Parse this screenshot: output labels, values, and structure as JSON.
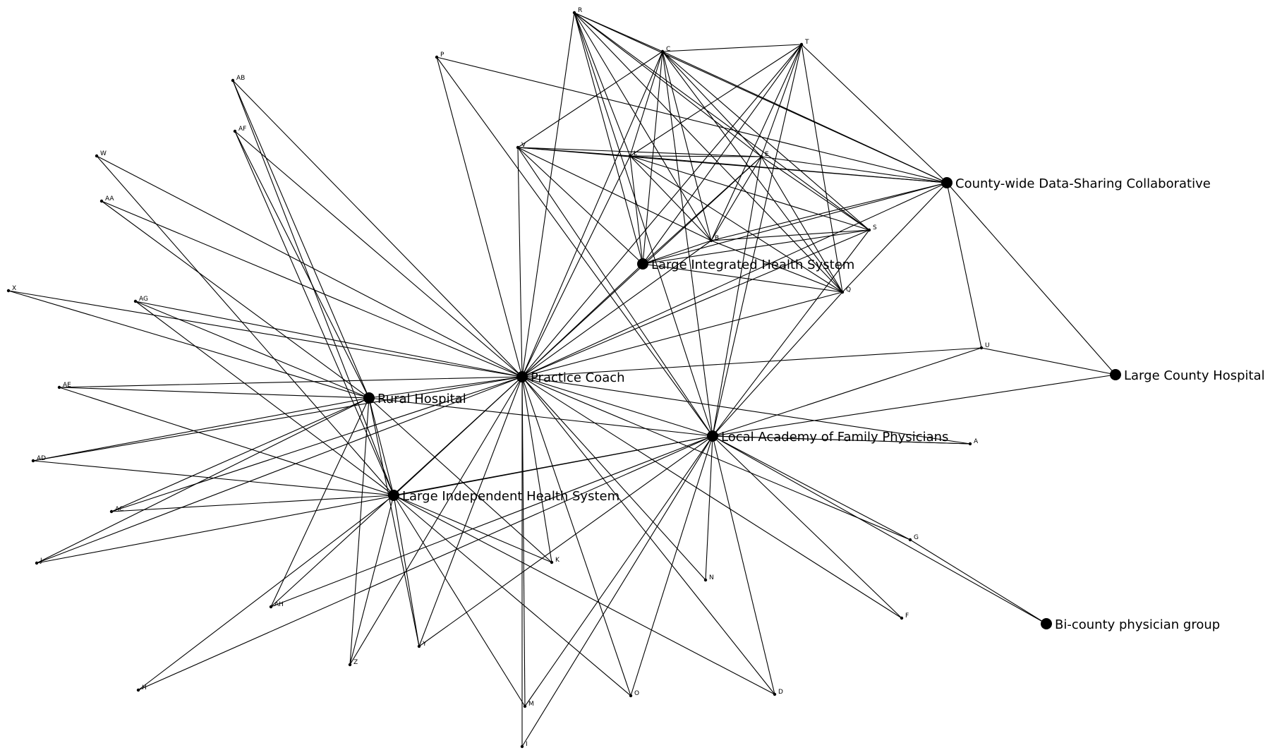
{
  "nodes": [
    {
      "id": "practice_coach",
      "label": "Practice Coach",
      "major": true
    },
    {
      "id": "rural_hospital",
      "label": "Rural Hospital",
      "major": true
    },
    {
      "id": "large_independent",
      "label": "Large Independent Health System",
      "major": true
    },
    {
      "id": "large_integrated",
      "label": "Large Integrated Health System",
      "major": true
    },
    {
      "id": "local_academy",
      "label": "Local Academy of Family Physicians",
      "major": true
    },
    {
      "id": "county_wide",
      "label": "County-wide Data-Sharing Collaborative",
      "major": true
    },
    {
      "id": "large_county",
      "label": "Large County Hospital",
      "major": true
    },
    {
      "id": "bi_county",
      "label": "Bi-county physician group",
      "major": true
    },
    {
      "id": "R",
      "label": "R"
    },
    {
      "id": "C",
      "label": "C"
    },
    {
      "id": "T",
      "label": "T"
    },
    {
      "id": "P",
      "label": "P"
    },
    {
      "id": "AB",
      "label": "AB"
    },
    {
      "id": "AF",
      "label": "AF"
    },
    {
      "id": "W",
      "label": "W"
    },
    {
      "id": "AA",
      "label": "AA"
    },
    {
      "id": "V",
      "label": "V"
    },
    {
      "id": "L",
      "label": "L"
    },
    {
      "id": "E",
      "label": "E"
    },
    {
      "id": "S",
      "label": "S"
    },
    {
      "id": "B",
      "label": "B"
    },
    {
      "id": "Q",
      "label": "Q"
    },
    {
      "id": "X",
      "label": "X"
    },
    {
      "id": "AG",
      "label": "AG"
    },
    {
      "id": "U",
      "label": "U"
    },
    {
      "id": "AE",
      "label": "AE"
    },
    {
      "id": "A",
      "label": "A"
    },
    {
      "id": "AD",
      "label": "AD"
    },
    {
      "id": "AC",
      "label": "AC"
    },
    {
      "id": "J",
      "label": "J"
    },
    {
      "id": "K",
      "label": "K"
    },
    {
      "id": "G",
      "label": "G"
    },
    {
      "id": "N",
      "label": "N"
    },
    {
      "id": "AH",
      "label": "AH"
    },
    {
      "id": "F",
      "label": "F"
    },
    {
      "id": "Y",
      "label": "Y"
    },
    {
      "id": "Z",
      "label": "Z"
    },
    {
      "id": "H",
      "label": "H"
    },
    {
      "id": "M",
      "label": "M"
    },
    {
      "id": "O",
      "label": "O"
    },
    {
      "id": "D",
      "label": "D"
    },
    {
      "id": "I",
      "label": "I"
    }
  ],
  "edges": [
    [
      "practice_coach",
      "R"
    ],
    [
      "practice_coach",
      "C"
    ],
    [
      "practice_coach",
      "T"
    ],
    [
      "practice_coach",
      "P"
    ],
    [
      "practice_coach",
      "AB"
    ],
    [
      "practice_coach",
      "AF"
    ],
    [
      "practice_coach",
      "W"
    ],
    [
      "practice_coach",
      "AA"
    ],
    [
      "practice_coach",
      "V"
    ],
    [
      "practice_coach",
      "L"
    ],
    [
      "practice_coach",
      "E"
    ],
    [
      "practice_coach",
      "S"
    ],
    [
      "practice_coach",
      "B"
    ],
    [
      "practice_coach",
      "Q"
    ],
    [
      "practice_coach",
      "X"
    ],
    [
      "practice_coach",
      "AG"
    ],
    [
      "practice_coach",
      "U"
    ],
    [
      "practice_coach",
      "AE"
    ],
    [
      "practice_coach",
      "AD"
    ],
    [
      "practice_coach",
      "AC"
    ],
    [
      "practice_coach",
      "J"
    ],
    [
      "practice_coach",
      "K"
    ],
    [
      "practice_coach",
      "N"
    ],
    [
      "practice_coach",
      "AH"
    ],
    [
      "practice_coach",
      "F"
    ],
    [
      "practice_coach",
      "Y"
    ],
    [
      "practice_coach",
      "Z"
    ],
    [
      "practice_coach",
      "M"
    ],
    [
      "practice_coach",
      "O"
    ],
    [
      "practice_coach",
      "D"
    ],
    [
      "practice_coach",
      "I"
    ],
    [
      "practice_coach",
      "A"
    ],
    [
      "practice_coach",
      "G"
    ],
    [
      "practice_coach",
      "rural_hospital"
    ],
    [
      "practice_coach",
      "large_independent"
    ],
    [
      "practice_coach",
      "large_integrated"
    ],
    [
      "practice_coach",
      "local_academy"
    ],
    [
      "practice_coach",
      "county_wide"
    ],
    [
      "rural_hospital",
      "AB"
    ],
    [
      "rural_hospital",
      "AF"
    ],
    [
      "rural_hospital",
      "AA"
    ],
    [
      "rural_hospital",
      "X"
    ],
    [
      "rural_hospital",
      "AG"
    ],
    [
      "rural_hospital",
      "AE"
    ],
    [
      "rural_hospital",
      "AD"
    ],
    [
      "rural_hospital",
      "AC"
    ],
    [
      "rural_hospital",
      "J"
    ],
    [
      "rural_hospital",
      "K"
    ],
    [
      "rural_hospital",
      "Y"
    ],
    [
      "rural_hospital",
      "Z"
    ],
    [
      "rural_hospital",
      "AH"
    ],
    [
      "rural_hospital",
      "local_academy"
    ],
    [
      "rural_hospital",
      "large_independent"
    ],
    [
      "large_independent",
      "AB"
    ],
    [
      "large_independent",
      "AF"
    ],
    [
      "large_independent",
      "W"
    ],
    [
      "large_independent",
      "AG"
    ],
    [
      "large_independent",
      "AE"
    ],
    [
      "large_independent",
      "AD"
    ],
    [
      "large_independent",
      "AC"
    ],
    [
      "large_independent",
      "H"
    ],
    [
      "large_independent",
      "K"
    ],
    [
      "large_independent",
      "Y"
    ],
    [
      "large_independent",
      "Z"
    ],
    [
      "large_independent",
      "M"
    ],
    [
      "large_independent",
      "O"
    ],
    [
      "large_independent",
      "D"
    ],
    [
      "large_independent",
      "local_academy"
    ],
    [
      "large_integrated",
      "R"
    ],
    [
      "large_integrated",
      "C"
    ],
    [
      "large_integrated",
      "T"
    ],
    [
      "large_integrated",
      "L"
    ],
    [
      "large_integrated",
      "E"
    ],
    [
      "large_integrated",
      "S"
    ],
    [
      "large_integrated",
      "Q"
    ],
    [
      "large_integrated",
      "V"
    ],
    [
      "large_integrated",
      "county_wide"
    ],
    [
      "large_integrated",
      "B"
    ],
    [
      "local_academy",
      "R"
    ],
    [
      "local_academy",
      "C"
    ],
    [
      "local_academy",
      "T"
    ],
    [
      "local_academy",
      "V"
    ],
    [
      "local_academy",
      "E"
    ],
    [
      "local_academy",
      "S"
    ],
    [
      "local_academy",
      "Q"
    ],
    [
      "local_academy",
      "U"
    ],
    [
      "local_academy",
      "G"
    ],
    [
      "local_academy",
      "F"
    ],
    [
      "local_academy",
      "N"
    ],
    [
      "local_academy",
      "D"
    ],
    [
      "local_academy",
      "O"
    ],
    [
      "local_academy",
      "M"
    ],
    [
      "local_academy",
      "I"
    ],
    [
      "local_academy",
      "Y"
    ],
    [
      "local_academy",
      "H"
    ],
    [
      "local_academy",
      "AH"
    ],
    [
      "local_academy",
      "J"
    ],
    [
      "local_academy",
      "bi_county"
    ],
    [
      "local_academy",
      "large_county"
    ],
    [
      "local_academy",
      "P"
    ],
    [
      "county_wide",
      "C"
    ],
    [
      "county_wide",
      "T"
    ],
    [
      "county_wide",
      "V"
    ],
    [
      "county_wide",
      "L"
    ],
    [
      "county_wide",
      "E"
    ],
    [
      "county_wide",
      "B"
    ],
    [
      "county_wide",
      "U"
    ],
    [
      "county_wide",
      "R"
    ],
    [
      "county_wide",
      "large_county"
    ],
    [
      "county_wide",
      "Q"
    ],
    [
      "county_wide",
      "P"
    ],
    [
      "large_county",
      "U"
    ],
    [
      "bi_county",
      "G"
    ],
    [
      "R",
      "C"
    ],
    [
      "R",
      "B"
    ],
    [
      "R",
      "S"
    ],
    [
      "R",
      "E"
    ],
    [
      "R",
      "Q"
    ],
    [
      "R",
      "L"
    ],
    [
      "C",
      "T"
    ],
    [
      "C",
      "V"
    ],
    [
      "C",
      "B"
    ],
    [
      "C",
      "S"
    ],
    [
      "C",
      "Q"
    ],
    [
      "C",
      "L"
    ],
    [
      "C",
      "E"
    ],
    [
      "T",
      "L"
    ],
    [
      "T",
      "B"
    ],
    [
      "T",
      "Q"
    ],
    [
      "T",
      "E"
    ],
    [
      "V",
      "E"
    ],
    [
      "V",
      "L"
    ],
    [
      "V",
      "B"
    ],
    [
      "L",
      "E"
    ],
    [
      "L",
      "S"
    ],
    [
      "L",
      "Q"
    ],
    [
      "L",
      "B"
    ],
    [
      "E",
      "S"
    ],
    [
      "E",
      "B"
    ],
    [
      "E",
      "Q"
    ],
    [
      "S",
      "B"
    ],
    [
      "B",
      "Q"
    ],
    [
      "local_academy",
      "A"
    ],
    [
      "A",
      "local_academy"
    ]
  ]
}
